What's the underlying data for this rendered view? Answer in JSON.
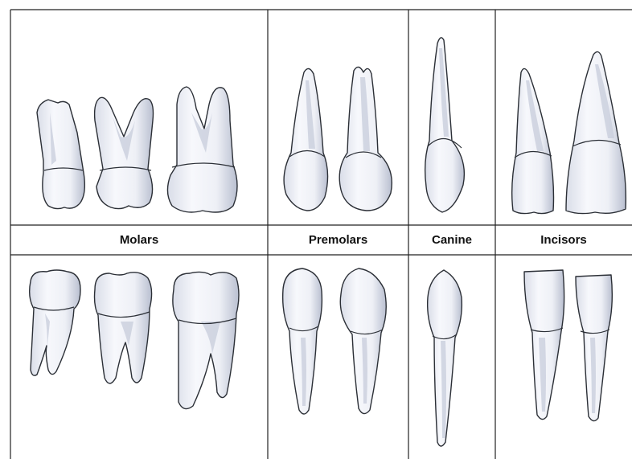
{
  "groups": {
    "molars": "Molars",
    "premolars": "Premolars",
    "canine": "Canine",
    "incisors": "Incisors"
  },
  "colors": {
    "enamel_light": "#f7f8fc",
    "enamel_shadow": "#b9bfd0",
    "outline": "#2b2f36",
    "grid_lines": "#222222"
  }
}
